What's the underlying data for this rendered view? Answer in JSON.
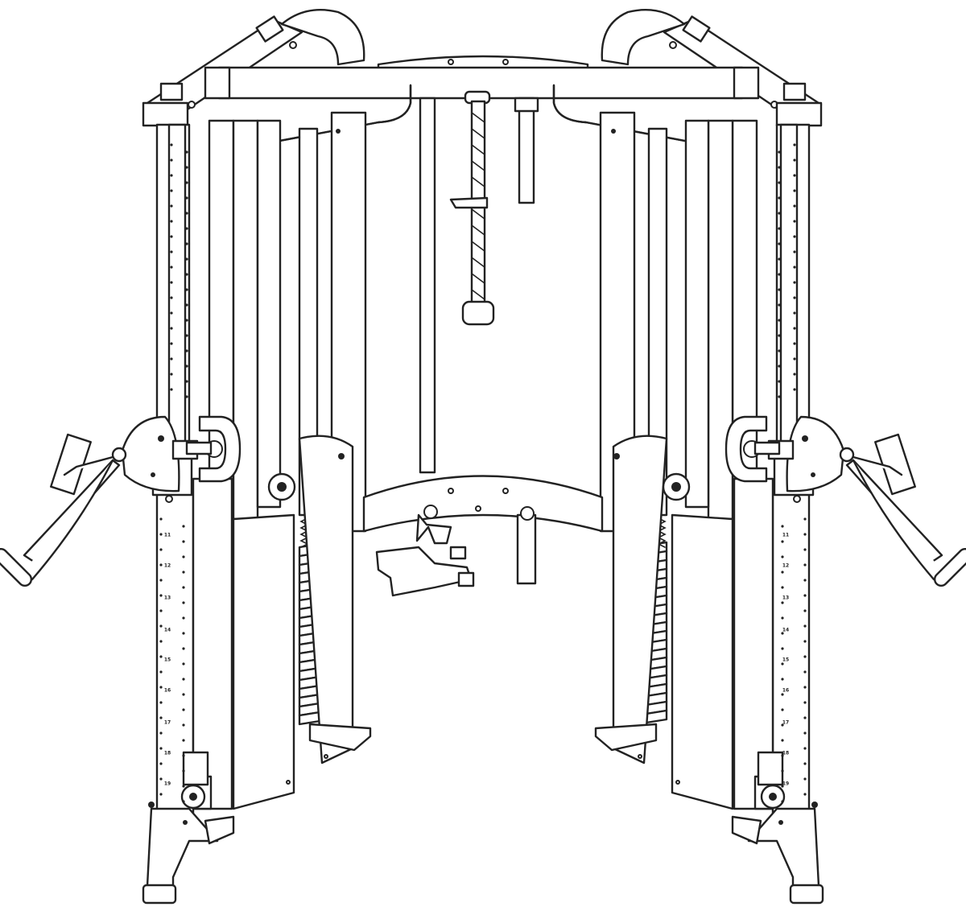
{
  "figure": {
    "accent_color": "#222222",
    "background_color": "#ffffff"
  },
  "left_column": {
    "position_labels": [
      "11",
      "12",
      "13",
      "14",
      "15",
      "16",
      "17",
      "18",
      "19"
    ]
  },
  "right_column": {
    "position_labels": [
      "11",
      "12",
      "13",
      "14",
      "15",
      "16",
      "17",
      "18",
      "19"
    ]
  }
}
